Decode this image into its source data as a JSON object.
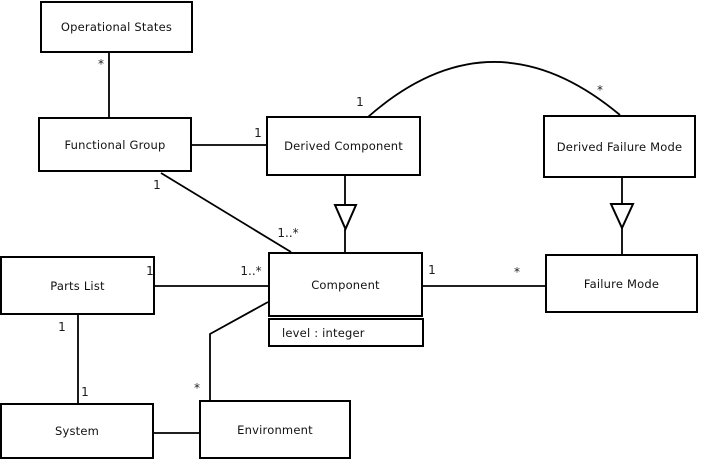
{
  "diagram_type": "uml-class-diagram",
  "colors": {
    "background": "#ffffff",
    "line": "#000000",
    "box_fill": "#ffffff",
    "text": "#111111"
  },
  "classes": [
    {
      "name": "Operational States"
    },
    {
      "name": "Functional Group"
    },
    {
      "name": "Derived Component"
    },
    {
      "name": "Derived Failure Mode"
    },
    {
      "name": "Parts List"
    },
    {
      "name": "Component",
      "attributes": [
        "level : integer"
      ]
    },
    {
      "name": "Failure Mode"
    },
    {
      "name": "System"
    },
    {
      "name": "Environment"
    }
  ],
  "labels": [
    "*",
    "1",
    "1",
    "*",
    "1",
    "1..*",
    "1",
    "1..*",
    "1",
    "*",
    "1",
    "1",
    "*"
  ],
  "relationships": [
    {
      "from": "Operational States",
      "to": "Functional Group",
      "type": "association",
      "from_multiplicity": "*",
      "to_multiplicity": ""
    },
    {
      "from": "Functional Group",
      "to": "Derived Component",
      "type": "association",
      "from_multiplicity": "",
      "to_multiplicity": "1"
    },
    {
      "from": "Derived Component",
      "to": "Derived Failure Mode",
      "type": "association",
      "style": "arc",
      "from_multiplicity": "1",
      "to_multiplicity": "*"
    },
    {
      "from": "Derived Component",
      "to": "Component",
      "type": "generalization"
    },
    {
      "from": "Derived Failure Mode",
      "to": "Failure Mode",
      "type": "generalization"
    },
    {
      "from": "Functional Group",
      "to": "Component",
      "type": "association",
      "from_multiplicity": "1",
      "to_multiplicity": "1..*"
    },
    {
      "from": "Parts List",
      "to": "Component",
      "type": "association",
      "from_multiplicity": "1",
      "to_multiplicity": "1..*"
    },
    {
      "from": "Component",
      "to": "Failure Mode",
      "type": "association",
      "from_multiplicity": "1",
      "to_multiplicity": "*"
    },
    {
      "from": "Parts List",
      "to": "System",
      "type": "association",
      "from_multiplicity": "1",
      "to_multiplicity": "1"
    },
    {
      "from": "System",
      "to": "Environment",
      "type": "association",
      "from_multiplicity": "",
      "to_multiplicity": ""
    },
    {
      "from": "Environment",
      "to": "Component",
      "type": "association",
      "from_multiplicity": "*",
      "to_multiplicity": ""
    }
  ]
}
